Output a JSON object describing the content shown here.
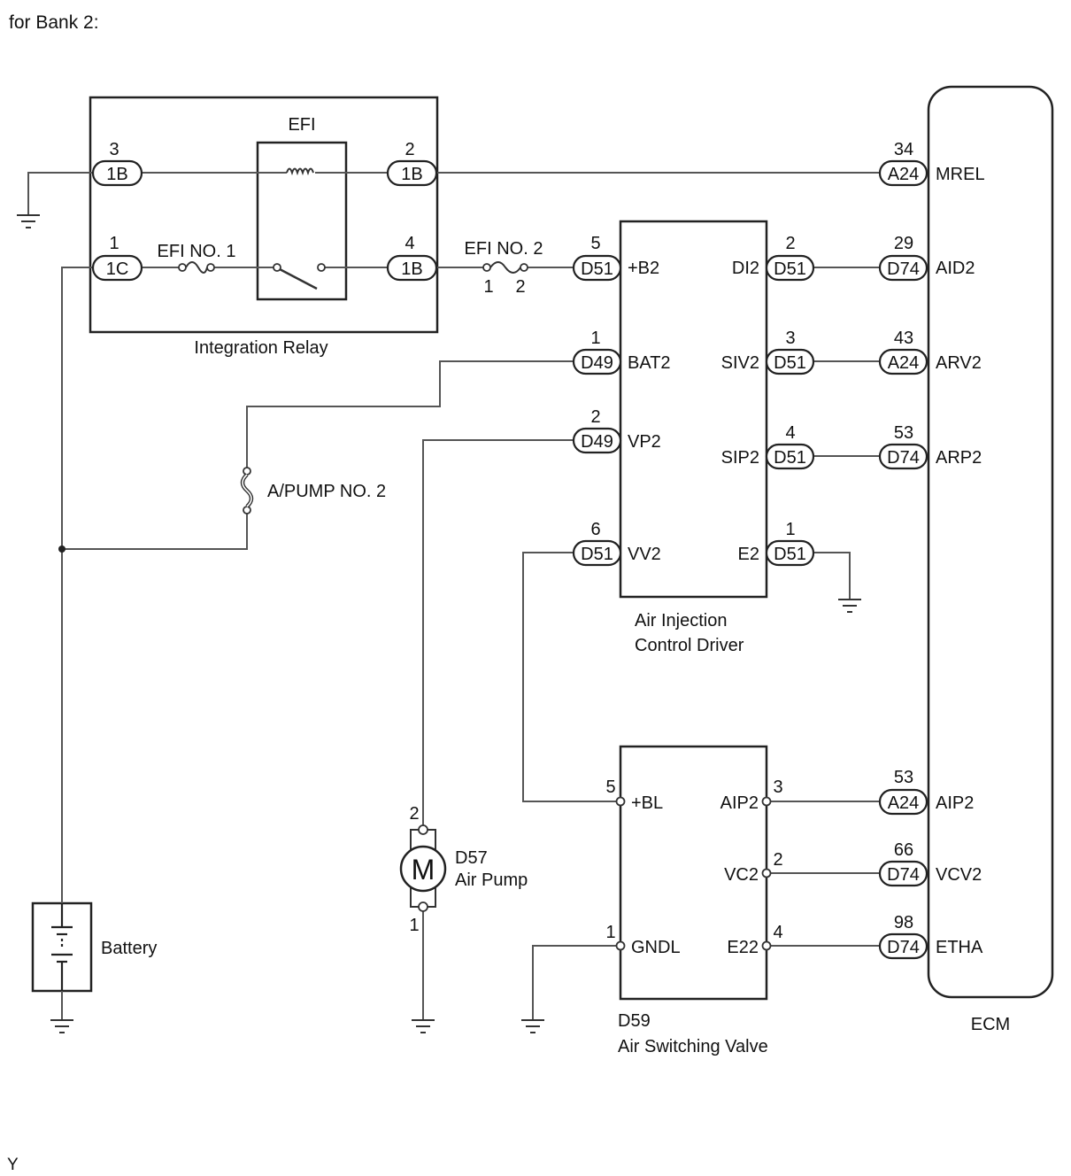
{
  "heading": "for Bank 2:",
  "footer_mark": "Y",
  "components": {
    "integration_relay": "Integration Relay",
    "efi_relay": "EFI",
    "efi_no1": "EFI NO. 1",
    "efi_no2": "EFI NO. 2",
    "apump_no2": "A/PUMP NO. 2",
    "aicd_line1": "Air Injection",
    "aicd_line2": "Control Driver",
    "pump_code": "D57",
    "pump_name": "Air Pump",
    "motor_symbol": "M",
    "asv_code": "D59",
    "asv_name": "Air Switching Valve",
    "battery": "Battery",
    "ecm": "ECM"
  },
  "connectors": {
    "c1b": "1B",
    "c1c": "1C",
    "d51": "D51",
    "d49": "D49",
    "d74": "D74",
    "a24": "A24"
  },
  "pins": {
    "relay_1b_left": "3",
    "relay_1b_right": "2",
    "relay_1c": "1",
    "relay_1b_out": "4",
    "efi2_in": "1",
    "efi2_out": "2",
    "aicd_b2": "5",
    "aicd_bat2": "1",
    "aicd_vp2": "2",
    "aicd_vv2": "6",
    "aicd_di2": "2",
    "aicd_siv2": "3",
    "aicd_sip2": "4",
    "aicd_e2": "1",
    "ecm_mrel": "34",
    "ecm_aid2": "29",
    "ecm_arv2": "43",
    "ecm_arp2": "53",
    "ecm_aip2": "53",
    "ecm_vcv2": "66",
    "ecm_etha": "98",
    "asv_bl": "5",
    "asv_gndl": "1",
    "asv_aip2": "3",
    "asv_vc2": "2",
    "asv_e22": "4",
    "pump_top": "2",
    "pump_bottom": "1"
  },
  "terminals": {
    "b2": "+B2",
    "bat2": "BAT2",
    "vp2": "VP2",
    "vv2": "VV2",
    "di2": "DI2",
    "siv2": "SIV2",
    "sip2": "SIP2",
    "e2": "E2",
    "mrel": "MREL",
    "aid2": "AID2",
    "arv2": "ARV2",
    "arp2": "ARP2",
    "aip2_ecm": "AIP2",
    "vcv2": "VCV2",
    "etha": "ETHA",
    "bl": "+BL",
    "gndl": "GNDL",
    "aip2_asv": "AIP2",
    "vc2": "VC2",
    "e22": "E22"
  }
}
